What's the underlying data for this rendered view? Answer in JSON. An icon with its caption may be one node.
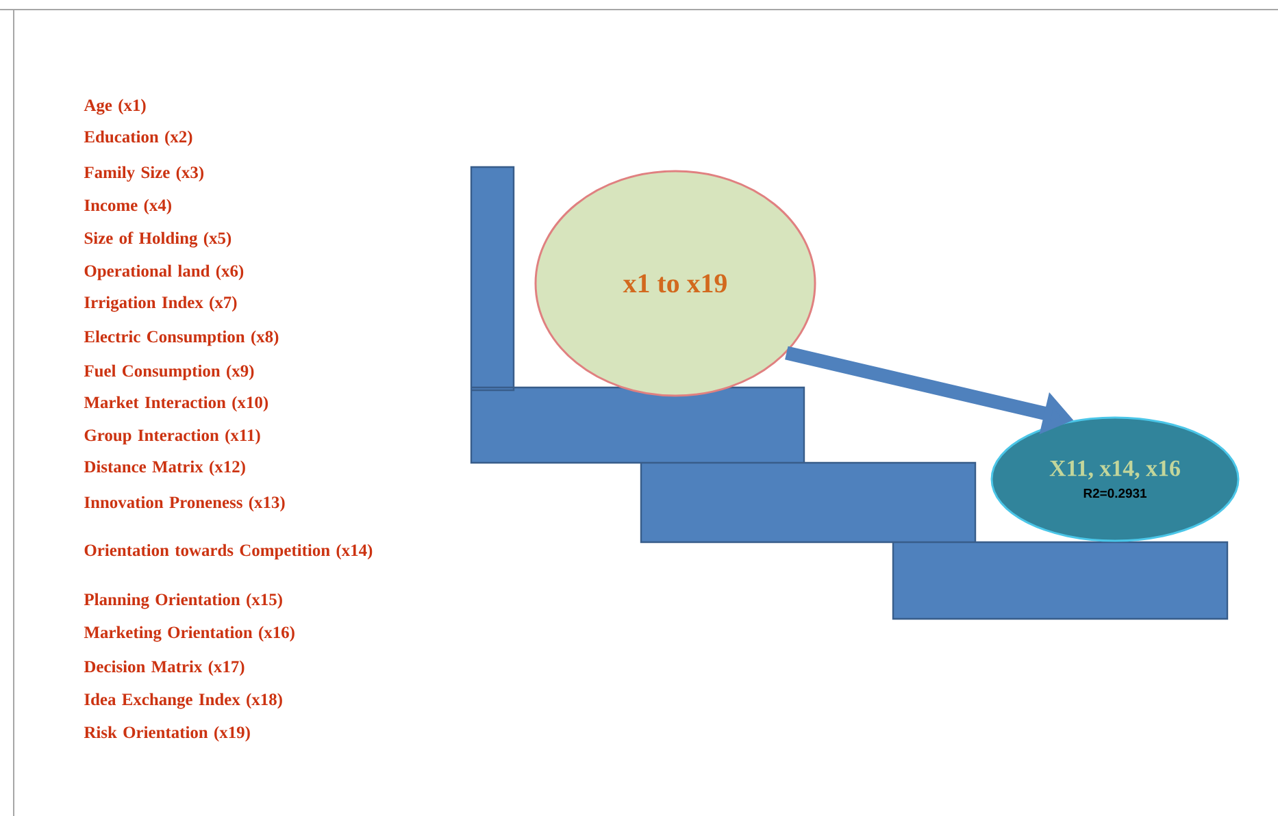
{
  "diagram": {
    "nodes": [
      {
        "text": [
          "x1 to x19"
        ]
      },
      {
        "text": [
          "X11, x14, x16",
          "R2=0.2931"
        ]
      }
    ],
    "edges": [
      {
        "from": 0,
        "to": 1,
        "arrow": "to"
      }
    ],
    "labels": [
      "Age (x1)",
      "Education (x2)",
      "Family Size (x3)",
      "Income (x4)",
      "Size of Holding (x5)",
      "Operational land (x6)",
      "Irrigation Index (x7)",
      "Electric Consumption (x8)",
      "Fuel Consumption (x9)",
      "Market Interaction (x10)",
      "Group Interaction (x11)",
      "Distance Matrix (x12)",
      "Innovation Proneness (x13)",
      "Orientation towards Competition (x14)",
      "Planning Orientation (x15)",
      "Marketing Orientation (x16)",
      "Decision Matrix (x17)",
      "Idea Exchange Index (x18)",
      "Risk Orientation (x19)"
    ]
  }
}
